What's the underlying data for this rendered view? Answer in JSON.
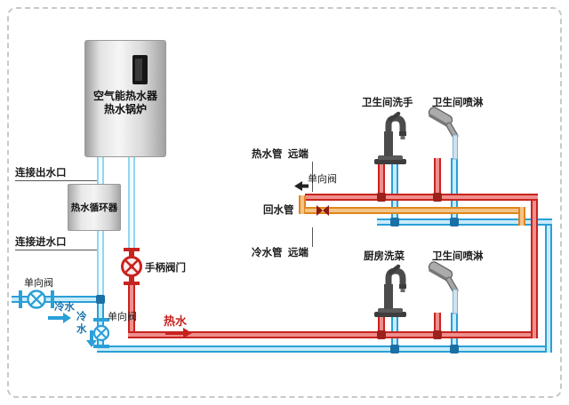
{
  "diagram": {
    "heater": {
      "name_line1": "空气能热水器",
      "name_line2": "热水锅炉"
    },
    "circulator_label": "热水循环器",
    "connections": {
      "outlet": "连接出水口",
      "inlet": "连接进水口"
    },
    "valves": {
      "check_left": "单向阀",
      "check_mid": "单向阀",
      "check_top": "单向阀",
      "handle": "手柄阀门"
    },
    "flows": {
      "cold_inlet": "冷水",
      "cold_down_1": "冷",
      "cold_down_2": "水",
      "hot": "热水"
    },
    "pipes": {
      "hot_far": "热水管  远端",
      "return_pipe": "回水管",
      "cold_far": "冷水管  远端"
    },
    "fixtures": {
      "top_sink": "卫生间洗手",
      "top_shower": "卫生间喷淋",
      "bottom_sink": "厨房洗菜",
      "bottom_shower": "卫生间喷淋"
    },
    "colors": {
      "hot": "#c8231f",
      "cold": "#2a9fd8",
      "return_pipe": "#e0861c"
    }
  }
}
